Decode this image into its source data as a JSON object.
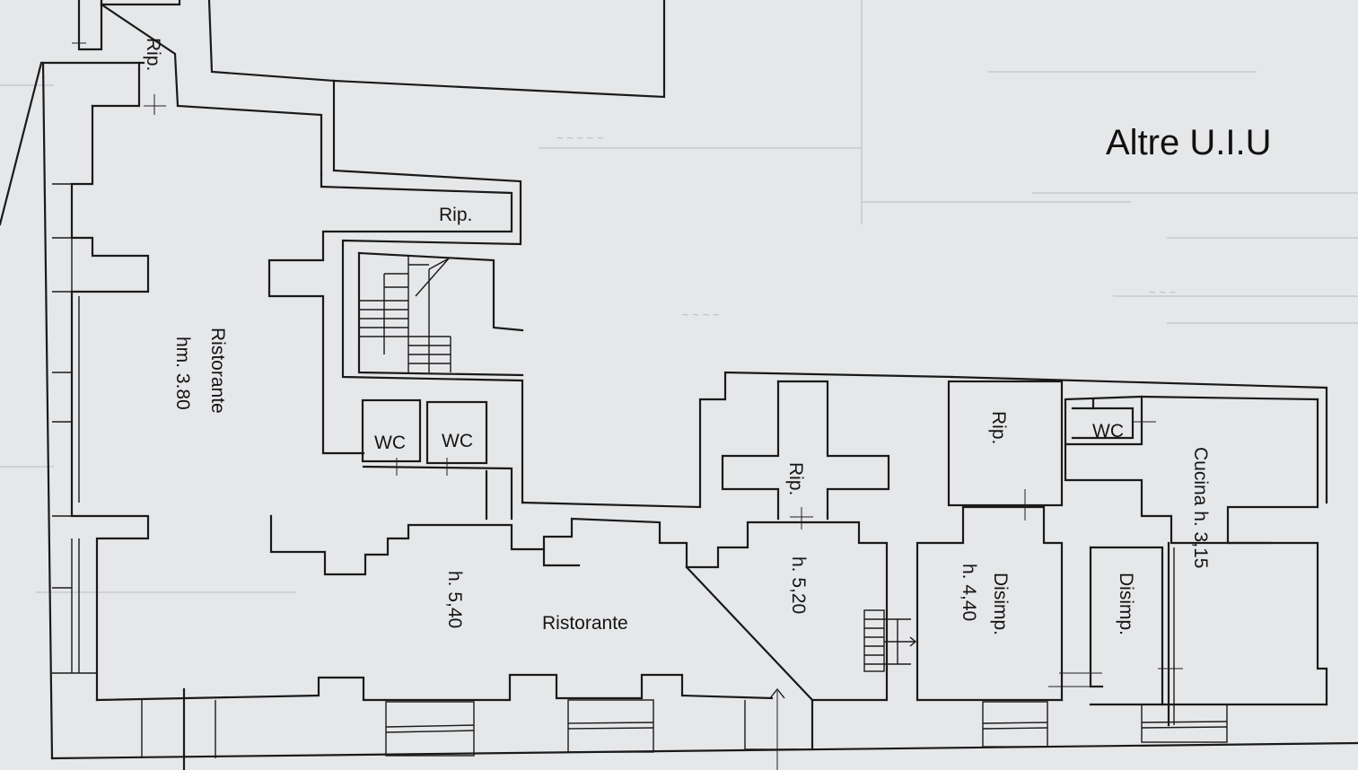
{
  "header": {
    "title": "Altre U.I.U"
  },
  "rooms": {
    "rip_top_left": "Rip.",
    "rip_upper": "Rip.",
    "ristorante_left": "Ristorante",
    "height_left": "hm. 3.80",
    "wc_1": "WC",
    "wc_2": "WC",
    "height_mid": "h. 5,40",
    "ristorante_main": "Ristorante",
    "rip_mid": "Rip.",
    "height_right_mid": "h. 5,20",
    "rip_right": "Rip.",
    "wc_3": "WC",
    "disimp_1": "Disimp.",
    "height_disimp": "h. 4,40",
    "disimp_2": "Disimp.",
    "cucina": "Cucina h. 3,15"
  },
  "colors": {
    "paper": "#e6e7e9",
    "ink": "#1a1a1a"
  }
}
